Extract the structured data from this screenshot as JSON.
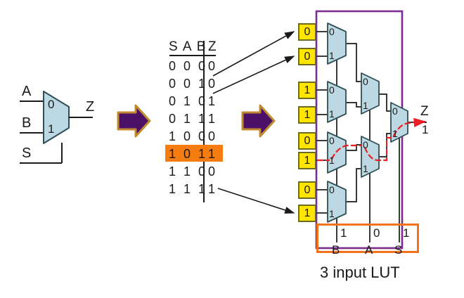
{
  "diagram": {
    "title_caption": "3 input LUT",
    "colors": {
      "mux_fill": "#bcd9e3",
      "mux_stroke": "#2f4f56",
      "wire": "#1a1a1a",
      "lut_box_border": "#7b2d8e",
      "select_box_border": "#f4721b",
      "highlight_row": "#f57c10",
      "highlight_path": "#ee1c25",
      "cell_fill": "#ffe500",
      "cell_border": "#6b6b1f",
      "arrow_fill": "#4b1169",
      "arrow_edge": "#c08a2e",
      "text": "#1a1a1a"
    }
  },
  "symbol": {
    "name": "2-to-1 multiplexer",
    "input_a_label": "A",
    "input_b_label": "B",
    "select_label": "S",
    "output_label": "Z",
    "port0_label": "0",
    "port1_label": "1"
  },
  "arrows": {
    "arrow1_name": "right-arrow",
    "arrow2_name": "right-arrow"
  },
  "truth_table": {
    "headers": [
      "S",
      "A",
      "B",
      "Z"
    ],
    "header_text": "S A B",
    "header_out": "Z",
    "rows": [
      {
        "s": "0",
        "a": "0",
        "b": "0",
        "z": "0",
        "highlight": false
      },
      {
        "s": "0",
        "a": "0",
        "b": "1",
        "z": "0",
        "highlight": false
      },
      {
        "s": "0",
        "a": "1",
        "b": "0",
        "z": "1",
        "highlight": false
      },
      {
        "s": "0",
        "a": "1",
        "b": "1",
        "z": "1",
        "highlight": false
      },
      {
        "s": "1",
        "a": "0",
        "b": "0",
        "z": "0",
        "highlight": false
      },
      {
        "s": "1",
        "a": "0",
        "b": "1",
        "z": "1",
        "highlight": true
      },
      {
        "s": "1",
        "a": "1",
        "b": "0",
        "z": "0",
        "highlight": false
      },
      {
        "s": "1",
        "a": "1",
        "b": "1",
        "z": "1",
        "highlight": false
      }
    ]
  },
  "lut": {
    "caption": "3 input LUT",
    "memory_cells": [
      "0",
      "0",
      "1",
      "1",
      "0",
      "1",
      "0",
      "1"
    ],
    "output_label": "Z",
    "output_value": "1",
    "select_lines": [
      {
        "name": "B",
        "value": "1"
      },
      {
        "name": "A",
        "value": "0"
      },
      {
        "name": "S",
        "value": "1"
      }
    ],
    "mux_port_labels": {
      "p0": "0",
      "p1": "1"
    },
    "stage1_count": 4,
    "stage2_count": 2,
    "stage3_count": 1
  }
}
